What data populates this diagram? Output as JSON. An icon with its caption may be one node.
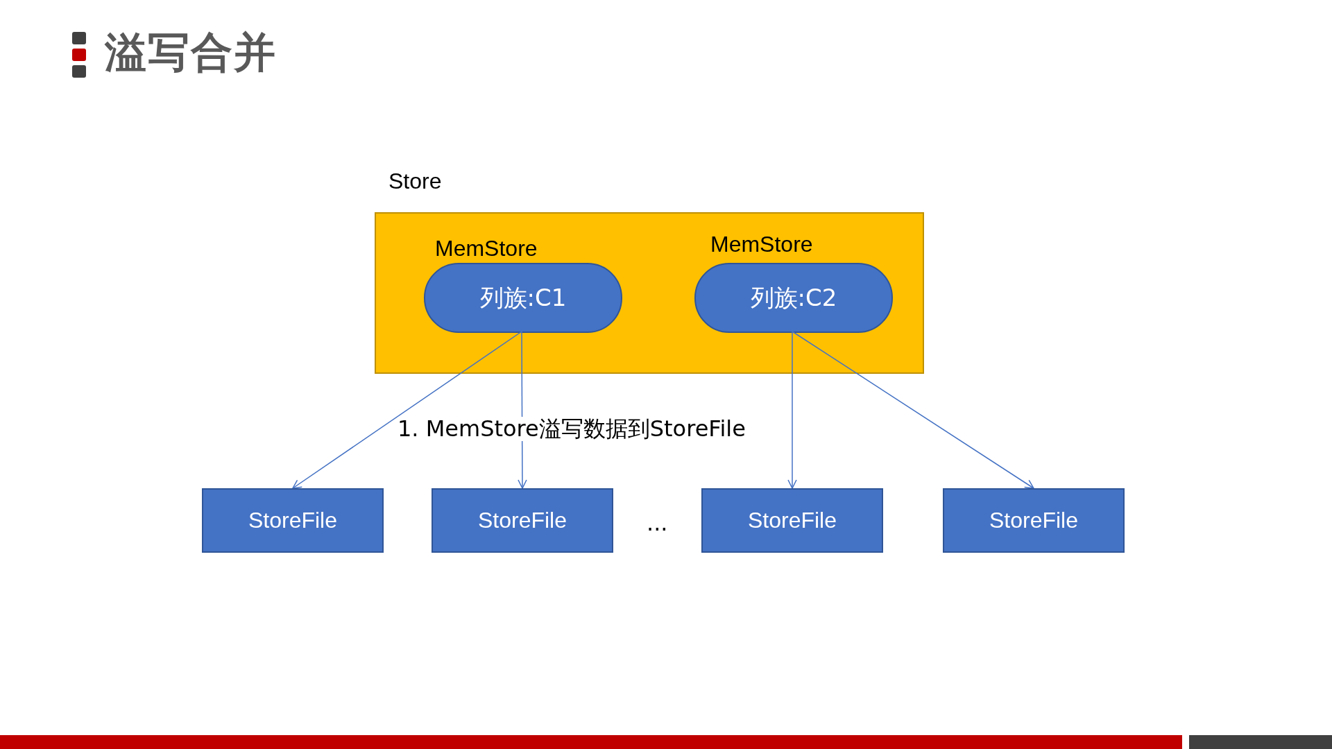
{
  "diagram": {
    "title": "溢写合并",
    "nodes": [
      {
        "text": [
          "Store"
        ]
      },
      {
        "text": [
          "MemStore",
          "列族:C1"
        ],
        "in": 0
      },
      {
        "text": [
          "MemStore",
          "列族:C2"
        ],
        "in": 0
      },
      {
        "text": [
          "StoreFile"
        ]
      },
      {
        "text": [
          "StoreFile"
        ]
      },
      {
        "text": [
          "StoreFile"
        ]
      },
      {
        "text": [
          "StoreFile"
        ]
      }
    ],
    "edges": [
      {
        "from": 1,
        "to": 3,
        "arrow": "to"
      },
      {
        "from": 1,
        "to": 4,
        "arrow": "to"
      },
      {
        "from": 2,
        "to": 5,
        "arrow": "to"
      },
      {
        "from": 2,
        "to": 6,
        "arrow": "to"
      }
    ],
    "labels": [
      "1. MemStore溢写数据到StoreFile",
      "..."
    ]
  }
}
